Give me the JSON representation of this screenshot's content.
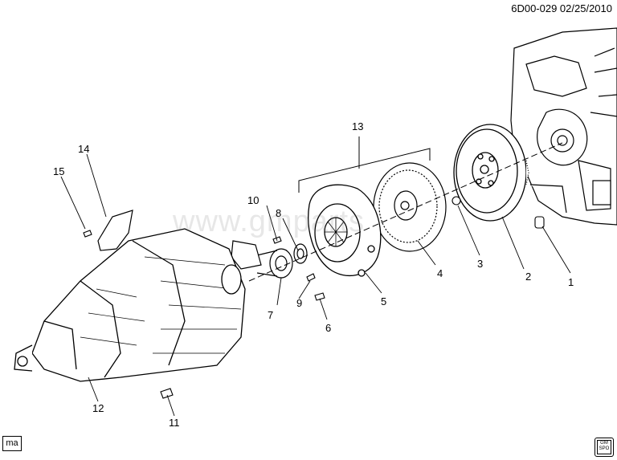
{
  "header": {
    "ref": "6D00-029  02/25/2010"
  },
  "badge": {
    "ma": "ma"
  },
  "watermark": "www.gmparts",
  "gm_logo": {
    "line1": "GM",
    "line2": "SPO"
  },
  "labels": {
    "l1": "1",
    "l2": "2",
    "l3": "3",
    "l4": "4",
    "l5": "5",
    "l6": "6",
    "l7": "7",
    "l8": "8",
    "l9": "9",
    "l10": "10",
    "l11": "11",
    "l12": "12",
    "l13": "13",
    "l14": "14",
    "l15": "15"
  }
}
